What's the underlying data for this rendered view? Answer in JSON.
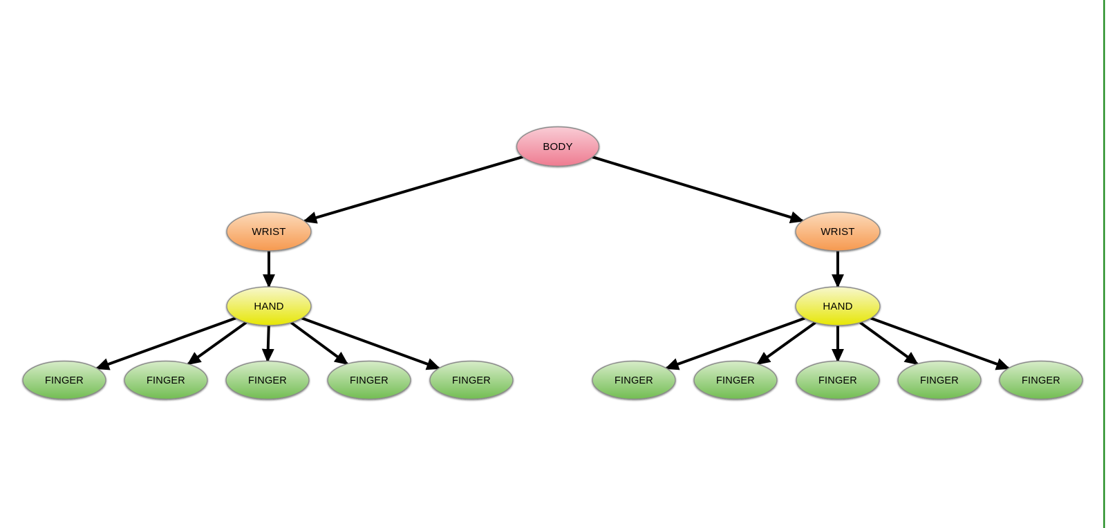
{
  "diagram": {
    "type": "tree",
    "colors": {
      "body_top": "#f9ccd5",
      "body_bottom": "#ee7b90",
      "wrist_top": "#fcdaba",
      "wrist_bottom": "#f6994f",
      "hand_top": "#f7f7cd",
      "hand_bottom": "#e6e604",
      "finger_top": "#d7ecc9",
      "finger_bottom": "#72bd52",
      "node_border": "#8a8a8a",
      "edge": "#000000",
      "background": "#ffffff",
      "right_edge_line": "#0e830e"
    },
    "nodes": {
      "body": {
        "label": "BODY"
      },
      "wrist_left": {
        "label": "WRIST"
      },
      "wrist_right": {
        "label": "WRIST"
      },
      "hand_left": {
        "label": "HAND"
      },
      "hand_right": {
        "label": "HAND"
      },
      "finger_left_1": {
        "label": "FINGER"
      },
      "finger_left_2": {
        "label": "FINGER"
      },
      "finger_left_3": {
        "label": "FINGER"
      },
      "finger_left_4": {
        "label": "FINGER"
      },
      "finger_left_5": {
        "label": "FINGER"
      },
      "finger_right_1": {
        "label": "FINGER"
      },
      "finger_right_2": {
        "label": "FINGER"
      },
      "finger_right_3": {
        "label": "FINGER"
      },
      "finger_right_4": {
        "label": "FINGER"
      },
      "finger_right_5": {
        "label": "FINGER"
      }
    },
    "edges": [
      {
        "from": "body",
        "to": "wrist_left"
      },
      {
        "from": "body",
        "to": "wrist_right"
      },
      {
        "from": "wrist_left",
        "to": "hand_left"
      },
      {
        "from": "wrist_right",
        "to": "hand_right"
      },
      {
        "from": "hand_left",
        "to": "finger_left_1"
      },
      {
        "from": "hand_left",
        "to": "finger_left_2"
      },
      {
        "from": "hand_left",
        "to": "finger_left_3"
      },
      {
        "from": "hand_left",
        "to": "finger_left_4"
      },
      {
        "from": "hand_left",
        "to": "finger_left_5"
      },
      {
        "from": "hand_right",
        "to": "finger_right_1"
      },
      {
        "from": "hand_right",
        "to": "finger_right_2"
      },
      {
        "from": "hand_right",
        "to": "finger_right_3"
      },
      {
        "from": "hand_right",
        "to": "finger_right_4"
      },
      {
        "from": "hand_right",
        "to": "finger_right_5"
      }
    ]
  }
}
